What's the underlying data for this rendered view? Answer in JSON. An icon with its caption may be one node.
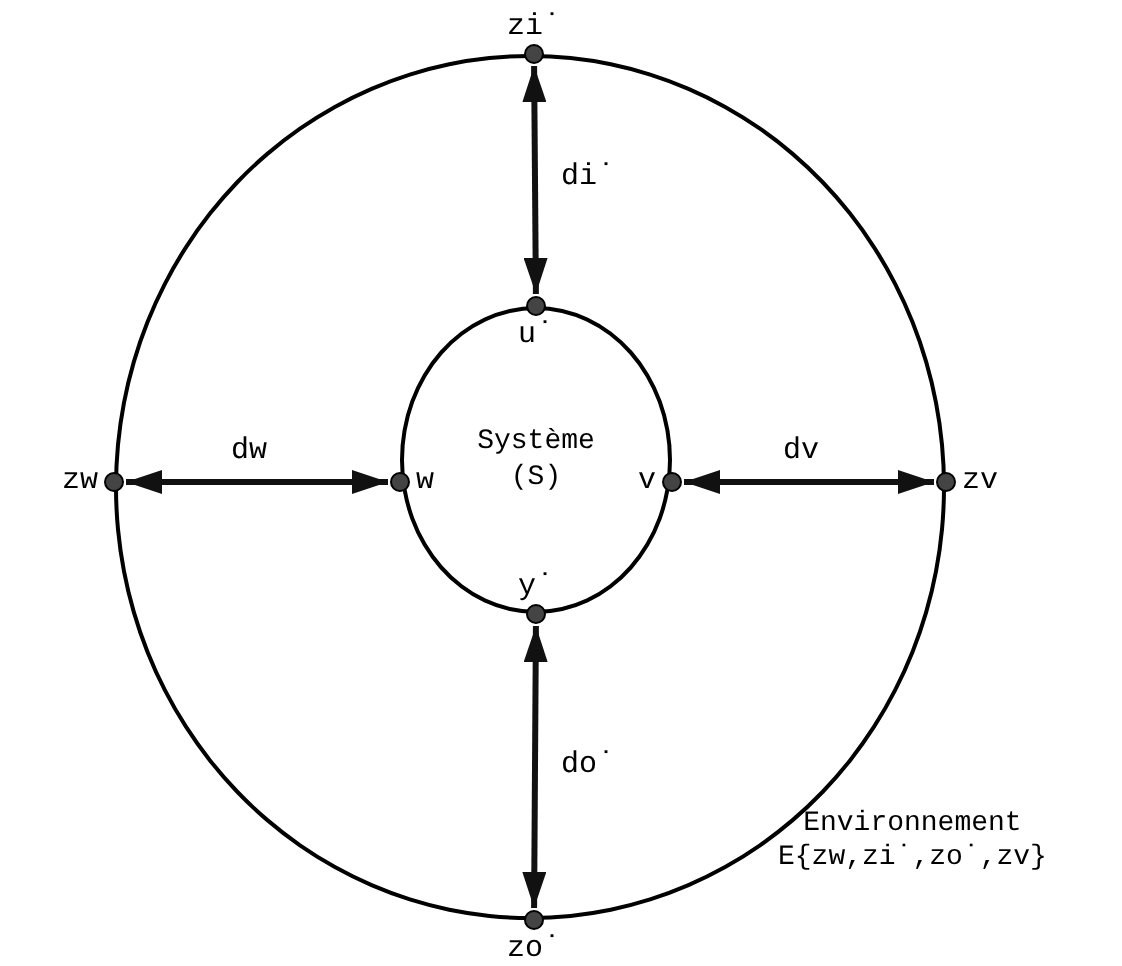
{
  "diagram": {
    "nodes": [
      {
        "text": [
          "Environnement",
          "E{zw,zi˙,zo˙,zv}"
        ]
      },
      {
        "text": [
          "Système (S)"
        ],
        "in": 0
      },
      {
        "text": [
          "zi˙"
        ]
      },
      {
        "text": [
          "u˙"
        ],
        "in": 0
      },
      {
        "text": [
          "zw"
        ]
      },
      {
        "text": [
          "w"
        ],
        "in": 0
      },
      {
        "text": [
          "v"
        ],
        "in": 0
      },
      {
        "text": [
          "zv"
        ]
      },
      {
        "text": [
          "y˙"
        ],
        "in": 0
      },
      {
        "text": [
          "zo˙"
        ]
      }
    ],
    "edges": [
      {
        "from": 2,
        "to": 3,
        "arrow": "both",
        "label": "di˙"
      },
      {
        "from": 4,
        "to": 5,
        "arrow": "both",
        "label": "dw"
      },
      {
        "from": 6,
        "to": 7,
        "arrow": "both",
        "label": "dv"
      },
      {
        "from": 8,
        "to": 9,
        "arrow": "both",
        "label": "do˙"
      }
    ]
  }
}
